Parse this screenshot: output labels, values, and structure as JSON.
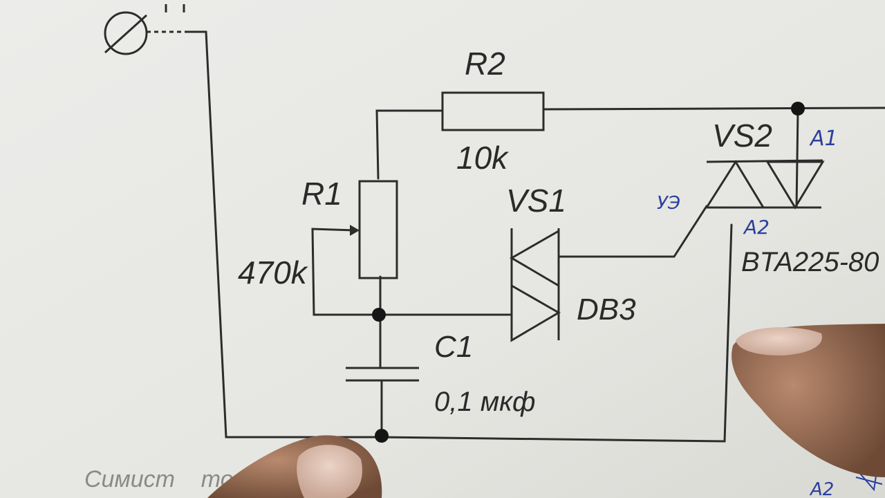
{
  "diagram": {
    "r2_label": "R2",
    "r2_value": "10k",
    "r1_label": "R1",
    "r1_value": "470k",
    "vs1_label": "VS1",
    "db3_label": "DB3",
    "c1_label": "C1",
    "c1_value": "0,1 мкф",
    "vs2_label": "VS2",
    "triac_part": "BTA225-80",
    "caption": "Симист    тор мощности"
  },
  "handwritten": {
    "a1": "A1",
    "a2": "A2",
    "gate": "УЭ",
    "a2_bottom": "A2"
  }
}
